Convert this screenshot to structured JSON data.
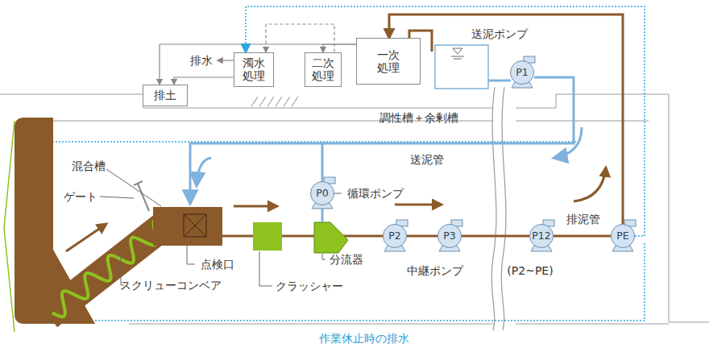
{
  "diagram": {
    "nodes": [
      {
        "text": [
          "排土"
        ]
      },
      {
        "text": [
          "濁水 処理"
        ]
      },
      {
        "text": [
          "二次 処理"
        ]
      },
      {
        "text": [
          "一次 処理"
        ]
      },
      {
        "text": [
          "P1"
        ]
      },
      {
        "text": [
          "P0"
        ]
      },
      {
        "text": [
          "P2"
        ]
      },
      {
        "text": [
          "P3"
        ]
      },
      {
        "text": [
          "P12"
        ]
      },
      {
        "text": [
          "PE"
        ]
      }
    ],
    "edges": [
      {
        "from": 9,
        "to": 3,
        "arrow": "to"
      },
      {
        "from": 3,
        "to": 2,
        "arrow": "to"
      },
      {
        "from": 3,
        "to": 0,
        "arrow": "to"
      },
      {
        "from": 2,
        "to": 1,
        "arrow": "to"
      },
      {
        "from": 1,
        "to": 0,
        "arrow": "to"
      },
      {
        "from": 9,
        "to": 1,
        "arrow": "to"
      },
      {
        "from": 4,
        "to": 5,
        "arrow": "none"
      },
      {
        "from": 6,
        "to": 7,
        "arrow": "none"
      },
      {
        "from": 7,
        "to": 8,
        "arrow": "none"
      },
      {
        "from": 8,
        "to": 9,
        "arrow": "none"
      }
    ],
    "labels": [
      "送泥ポンプ",
      "排水",
      "調性槽＋余剰槽",
      "送泥管",
      "混合槽",
      "ゲート",
      "循環ポンプ",
      "排泥管",
      "点検口",
      "スクリューコンベア",
      "クラッシャー",
      "分流器",
      "中継ポンプ",
      "(P2~PE)",
      "作業休止時の排水"
    ]
  }
}
